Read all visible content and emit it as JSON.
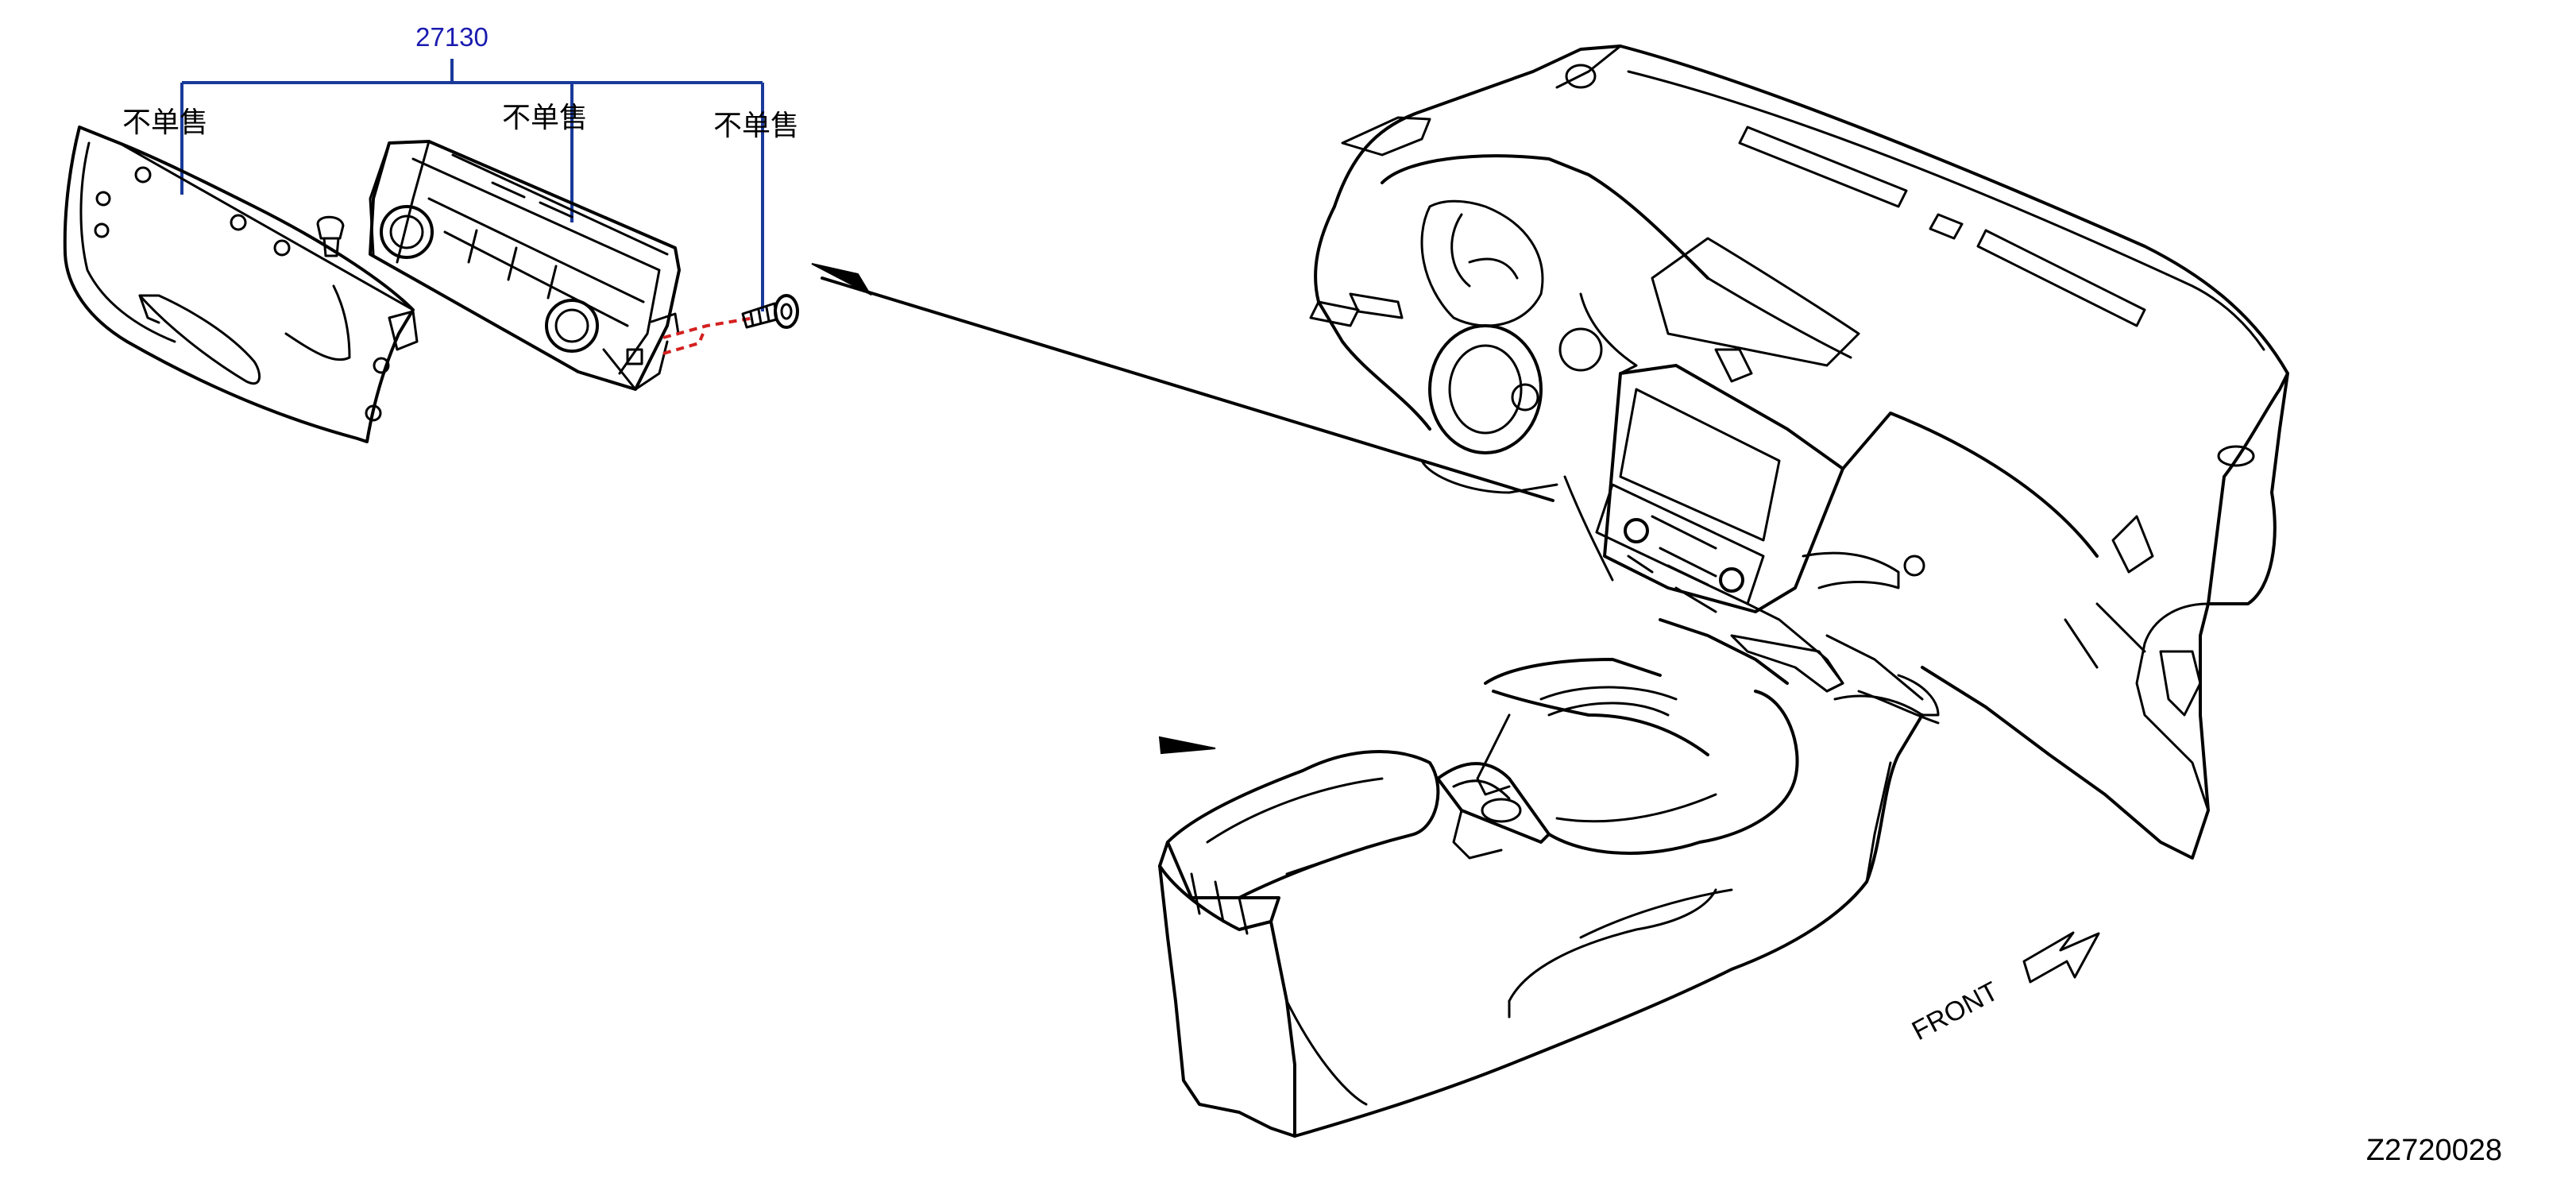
{
  "callouts": {
    "part_number": "27130",
    "not_sold_left": "不单售",
    "not_sold_center": "不单售",
    "not_sold_right": "不单售"
  },
  "orientation": {
    "front_label": "FRONT"
  },
  "figure_code": "Z2720028",
  "icons": [
    "front-arrow-icon",
    "leader-arrow-icon"
  ],
  "colors": {
    "callout_line": "#1a3a9a",
    "callout_text": "#1a1ab0",
    "dashed_guide": "#d42020",
    "drawing": "#000000"
  }
}
